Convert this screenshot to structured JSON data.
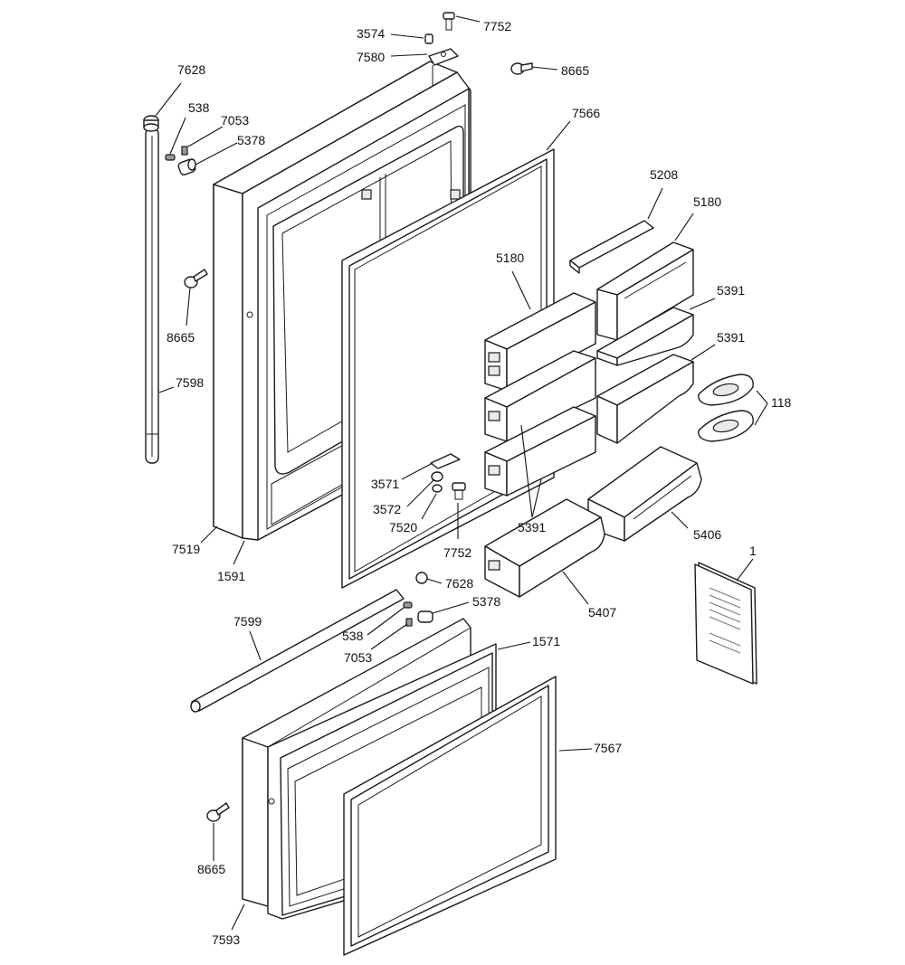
{
  "diagram": {
    "callouts": {
      "c7628_top": "7628",
      "c538_top": "538",
      "c7053_top": "7053",
      "c5378_top": "5378",
      "c8665_left": "8665",
      "c7598": "7598",
      "c7519": "7519",
      "c1591": "1591",
      "c3574": "3574",
      "c7580": "7580",
      "c7752_top": "7752",
      "c8665_top": "8665",
      "c7566": "7566",
      "c5208": "5208",
      "c5180_right": "5180",
      "c5180_left": "5180",
      "c5391_a": "5391",
      "c5391_b": "5391",
      "c118": "118",
      "c3571": "3571",
      "c3572": "3572",
      "c7520": "7520",
      "c7752_mid": "7752",
      "c5391_c": "5391",
      "c5406": "5406",
      "c1": "1",
      "c5407": "5407",
      "c7628_mid": "7628",
      "c5378_mid": "5378",
      "c538_mid": "538",
      "c7053_mid": "7053",
      "c7599": "7599",
      "c1571": "1571",
      "c7567": "7567",
      "c8665_bottom": "8665",
      "c7593": "7593"
    }
  }
}
